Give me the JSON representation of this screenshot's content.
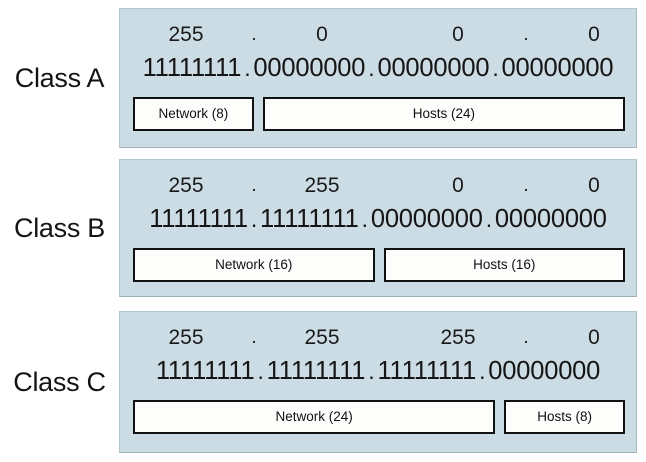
{
  "colors": {
    "panel_background": "#ccdce4",
    "box_background": "#fdfdfb",
    "box_border": "#111111",
    "text": "#141414",
    "page_background": "#ffffff"
  },
  "rows": [
    {
      "label": "Class A",
      "decimal": {
        "octets": [
          "255",
          "0",
          "0",
          "0"
        ],
        "separators": [
          ".",
          "",
          "."
        ]
      },
      "binary": {
        "octets": [
          "11111111",
          "00000000",
          "00000000",
          "00000000"
        ],
        "separator": "."
      },
      "segments": [
        {
          "label": "Network (8)",
          "bits": 8
        },
        {
          "label": "Hosts (24)",
          "bits": 24
        }
      ]
    },
    {
      "label": "Class B",
      "decimal": {
        "octets": [
          "255",
          "255",
          "0",
          "0"
        ],
        "separators": [
          ".",
          "",
          "."
        ]
      },
      "binary": {
        "octets": [
          "11111111",
          "11111111",
          "00000000",
          "00000000"
        ],
        "separator": "."
      },
      "segments": [
        {
          "label": "Network (16)",
          "bits": 16
        },
        {
          "label": "Hosts (16)",
          "bits": 16
        }
      ]
    },
    {
      "label": "Class C",
      "decimal": {
        "octets": [
          "255",
          "255",
          "255",
          "0"
        ],
        "separators": [
          ".",
          "",
          "."
        ]
      },
      "binary": {
        "octets": [
          "11111111",
          "11111111",
          "11111111",
          "00000000"
        ],
        "separator": "."
      },
      "segments": [
        {
          "label": "Network (24)",
          "bits": 24
        },
        {
          "label": "Hosts (8)",
          "bits": 8
        }
      ]
    }
  ],
  "layout": {
    "row_tops": [
      8,
      159,
      311
    ],
    "panel_heights": [
      140,
      138,
      142
    ]
  }
}
